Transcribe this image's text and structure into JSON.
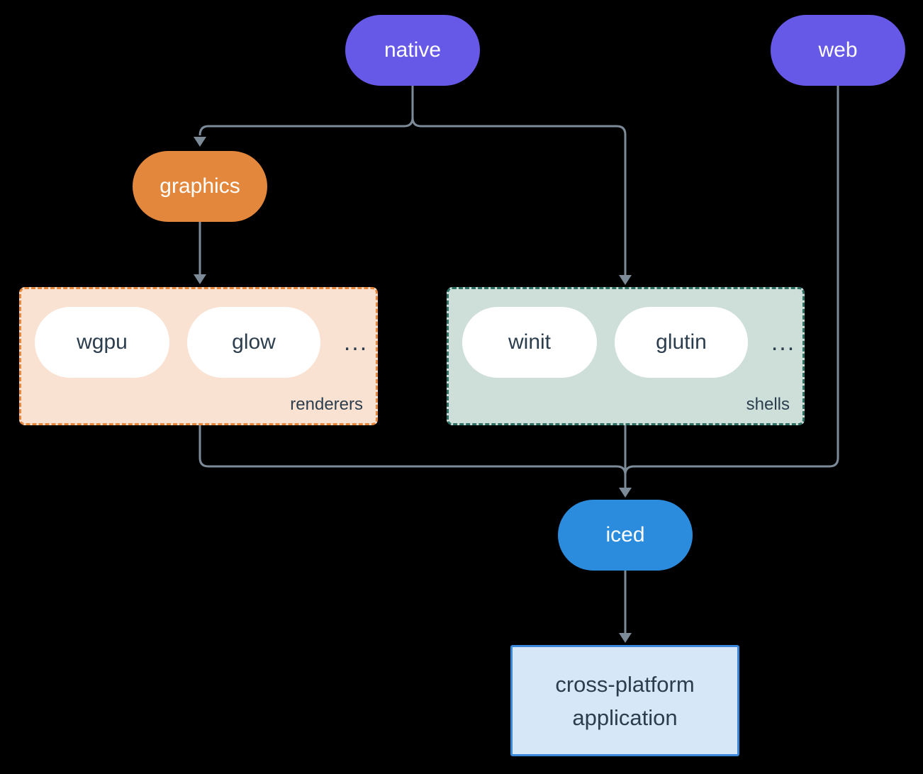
{
  "diagram": {
    "nodes": {
      "native": {
        "label": "native"
      },
      "web": {
        "label": "web"
      },
      "graphics": {
        "label": "graphics"
      },
      "iced": {
        "label": "iced"
      }
    },
    "groups": {
      "renderers": {
        "label": "renderers",
        "items": [
          "wgpu",
          "glow"
        ],
        "ellipsis": "..."
      },
      "shells": {
        "label": "shells",
        "items": [
          "winit",
          "glutin"
        ],
        "ellipsis": "..."
      }
    },
    "app": {
      "line1": "cross-platform",
      "line2": "application"
    },
    "colors": {
      "canvas_bg": "#000000",
      "node_purple": "#6759E8",
      "node_orange": "#E2873C",
      "node_blue": "#2B8CDE",
      "renderers_fill": "#FAE2D3",
      "renderers_border": "#E6873C",
      "shells_fill": "#CEDFD9",
      "shells_border": "#2F7265",
      "app_fill": "#D6E7F8",
      "app_border": "#3A87DB",
      "connector": "#7D8B99",
      "dark_text": "#2C3E4E"
    }
  }
}
